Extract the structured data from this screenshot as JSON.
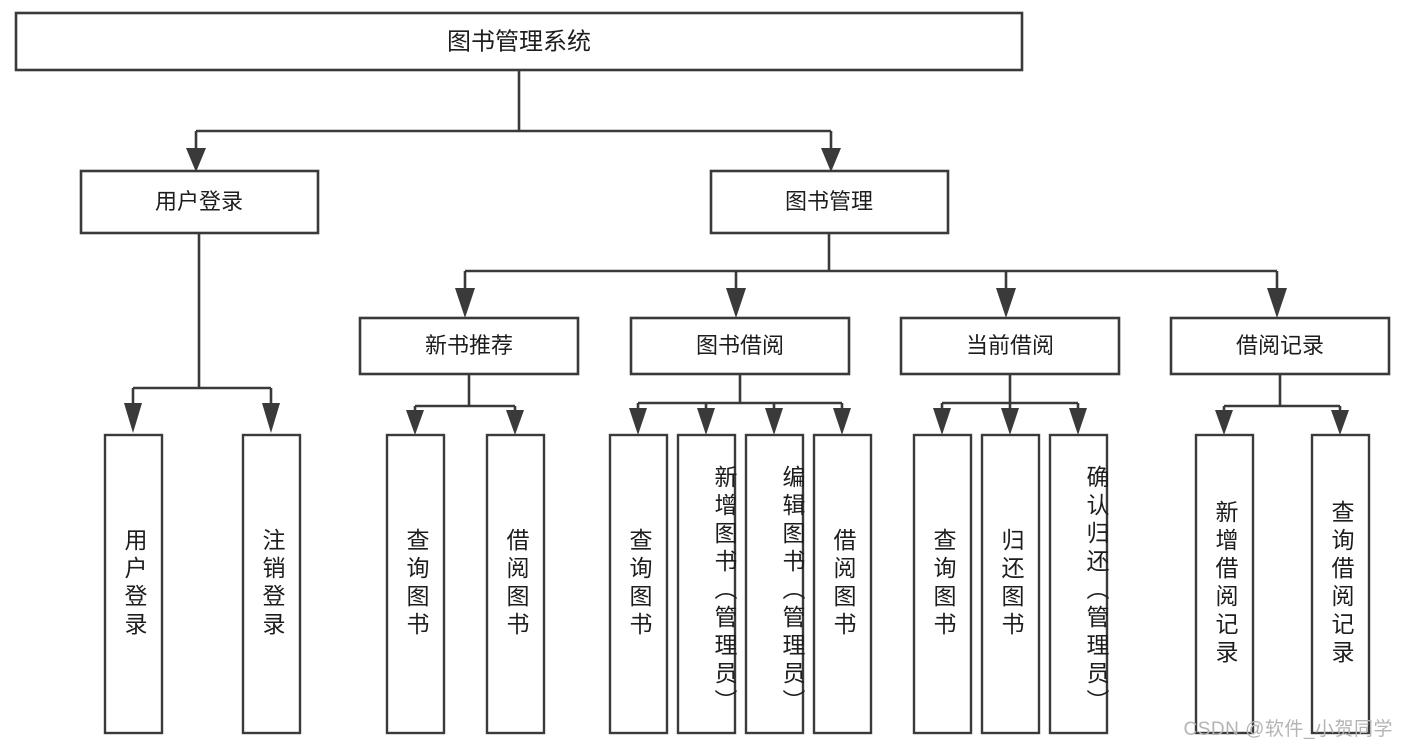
{
  "diagram": {
    "type": "tree",
    "title": "图书管理系统",
    "watermark": "CSDN @软件_小贺同学",
    "colors": {
      "line": "#3a3a3a",
      "box_fill": "#ffffff",
      "text": "#1d1d1d",
      "watermark": "#b4b4b4"
    },
    "root": {
      "id": "root",
      "label": "图书管理系统"
    },
    "level2": [
      {
        "id": "user-login",
        "label": "用户登录"
      },
      {
        "id": "book-manage",
        "label": "图书管理"
      }
    ],
    "level3": [
      {
        "id": "new-book-recommend",
        "label": "新书推荐",
        "parent": "book-manage"
      },
      {
        "id": "book-borrow",
        "label": "图书借阅",
        "parent": "book-manage"
      },
      {
        "id": "current-borrow",
        "label": "当前借阅",
        "parent": "book-manage"
      },
      {
        "id": "borrow-record",
        "label": "借阅记录",
        "parent": "book-manage"
      }
    ],
    "leaves": [
      {
        "id": "leaf-user-login",
        "label": "用户登录",
        "parent": "user-login"
      },
      {
        "id": "leaf-user-logout",
        "label": "注销登录",
        "parent": "user-login"
      },
      {
        "id": "leaf-query-book-1",
        "label": "查询图书",
        "parent": "new-book-recommend"
      },
      {
        "id": "leaf-borrow-book-1",
        "label": "借阅图书",
        "parent": "new-book-recommend"
      },
      {
        "id": "leaf-query-book-2",
        "label": "查询图书",
        "parent": "book-borrow"
      },
      {
        "id": "leaf-add-book",
        "label": "新增图书（管理员）",
        "parent": "book-borrow"
      },
      {
        "id": "leaf-edit-book",
        "label": "编辑图书（管理员）",
        "parent": "book-borrow"
      },
      {
        "id": "leaf-borrow-book-2",
        "label": "借阅图书",
        "parent": "book-borrow"
      },
      {
        "id": "leaf-query-book-3",
        "label": "查询图书",
        "parent": "current-borrow"
      },
      {
        "id": "leaf-return-book",
        "label": "归还图书",
        "parent": "current-borrow"
      },
      {
        "id": "leaf-confirm-return",
        "label": "确认归还（管理员）",
        "parent": "current-borrow"
      },
      {
        "id": "leaf-add-record",
        "label": "新增借阅记录",
        "parent": "borrow-record"
      },
      {
        "id": "leaf-query-record",
        "label": "查询借阅记录",
        "parent": "borrow-record"
      }
    ]
  }
}
